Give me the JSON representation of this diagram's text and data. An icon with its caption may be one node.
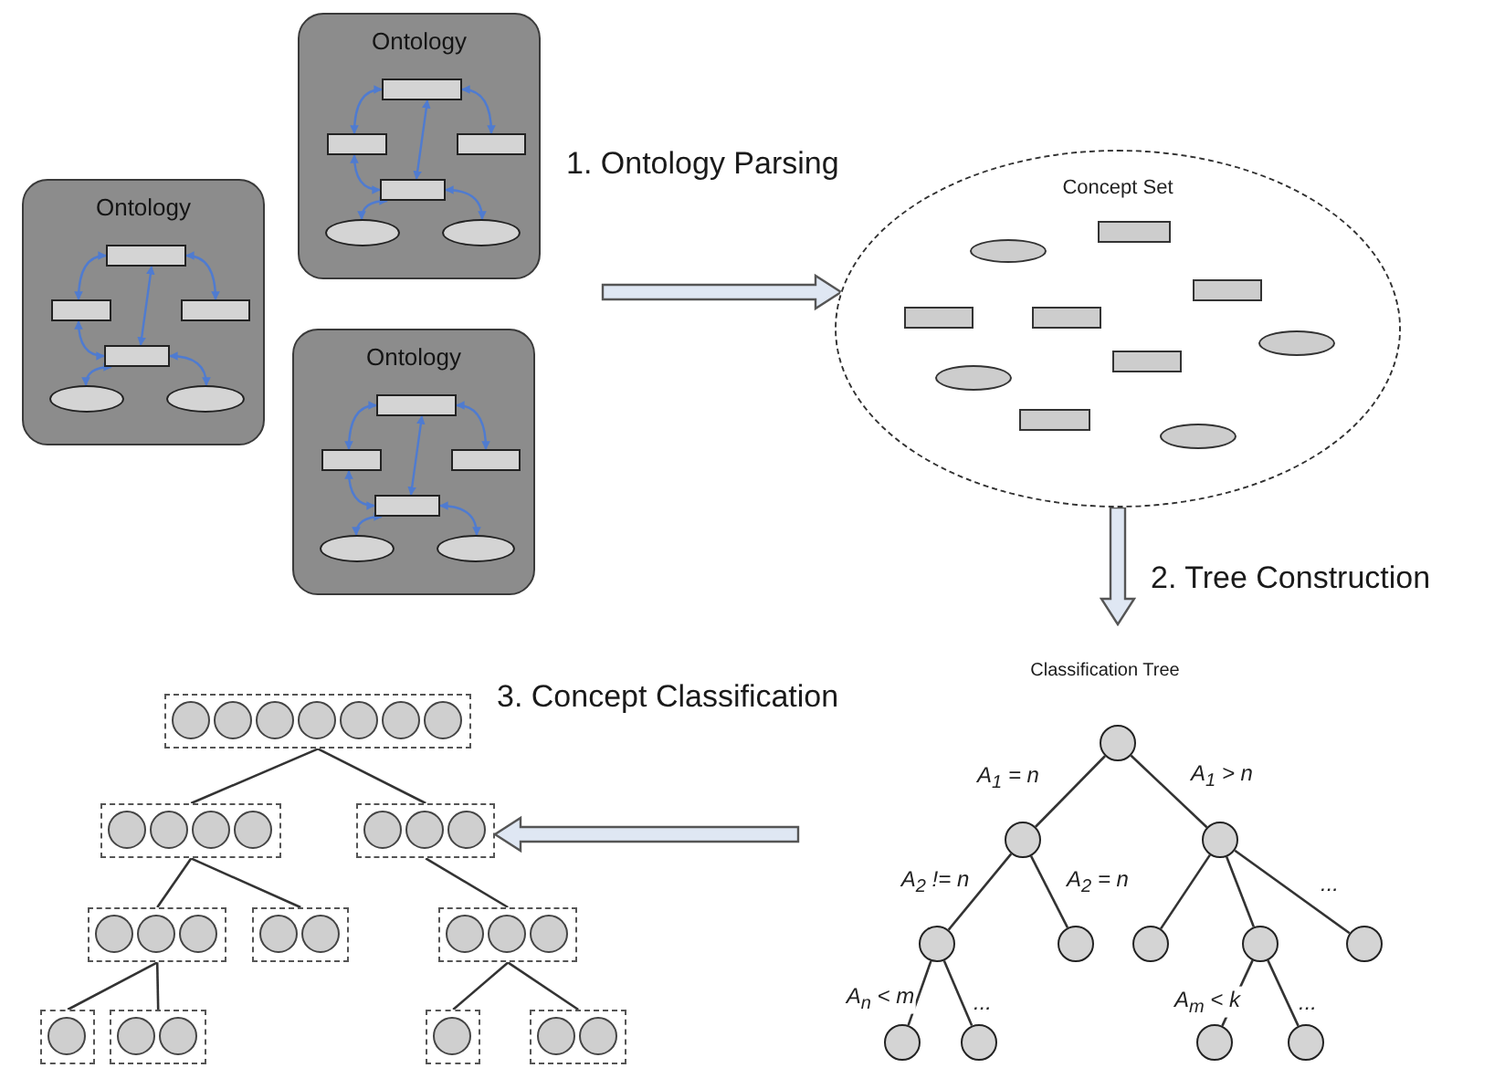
{
  "diagram": {
    "nodes": [
      {
        "text": [
          "Ontology"
        ]
      },
      {
        "text": [],
        "shape": "box",
        "in": 0
      },
      {
        "text": [],
        "shape": "box",
        "in": 0
      },
      {
        "text": [],
        "shape": "box",
        "in": 0
      },
      {
        "text": [],
        "shape": "box",
        "in": 0
      },
      {
        "text": [],
        "shape": "ellipse",
        "in": 0
      },
      {
        "text": [],
        "shape": "ellipse",
        "in": 0
      },
      {
        "text": [
          "Ontology"
        ]
      },
      {
        "text": [],
        "shape": "box",
        "in": 7
      },
      {
        "text": [],
        "shape": "box",
        "in": 7
      },
      {
        "text": [],
        "shape": "box",
        "in": 7
      },
      {
        "text": [],
        "shape": "box",
        "in": 7
      },
      {
        "text": [],
        "shape": "ellipse",
        "in": 7
      },
      {
        "text": [],
        "shape": "ellipse",
        "in": 7
      },
      {
        "text": [
          "Ontology"
        ]
      },
      {
        "text": [],
        "shape": "box",
        "in": 14
      },
      {
        "text": [],
        "shape": "box",
        "in": 14
      },
      {
        "text": [],
        "shape": "box",
        "in": 14
      },
      {
        "text": [],
        "shape": "box",
        "in": 14
      },
      {
        "text": [],
        "shape": "ellipse",
        "in": 14
      },
      {
        "text": [],
        "shape": "ellipse",
        "in": 14
      },
      {
        "text": [
          "Concept Set"
        ]
      },
      {
        "text": [],
        "shape": "box"
      },
      {
        "text": [],
        "shape": "box"
      },
      {
        "text": [],
        "shape": "box"
      },
      {
        "text": [],
        "shape": "box"
      },
      {
        "text": [],
        "shape": "box"
      },
      {
        "text": [],
        "shape": "box"
      },
      {
        "text": [],
        "shape": "box"
      },
      {
        "text": [],
        "shape": "box"
      },
      {
        "text": [],
        "shape": "box"
      },
      {
        "text": [],
        "shape": "box"
      },
      {
        "text": [],
        "shape": "circle"
      },
      {
        "text": [],
        "shape": "circle"
      },
      {
        "text": [],
        "shape": "circle"
      },
      {
        "text": [],
        "shape": "circle"
      },
      {
        "text": [],
        "shape": "circle"
      },
      {
        "text": [],
        "shape": "circle"
      },
      {
        "text": [],
        "shape": "circle"
      },
      {
        "text": [],
        "shape": "circle"
      },
      {
        "text": [],
        "shape": "circle"
      },
      {
        "text": [],
        "shape": "circle"
      },
      {
        "text": [],
        "shape": "circle"
      },
      {
        "text": [],
        "shape": "circle"
      }
    ],
    "edges": [
      {
        "from": null,
        "to": 21,
        "arrow": "to",
        "style": "thick"
      },
      {
        "from": 21,
        "to": null,
        "arrow": "to",
        "style": "thick"
      },
      {
        "from": null,
        "to": 24,
        "arrow": "to",
        "style": "thick"
      },
      {
        "from": 1,
        "to": 2,
        "arrow": "both",
        "color": "#4f7bd0"
      },
      {
        "from": 1,
        "to": 3,
        "arrow": "both",
        "color": "#4f7bd0"
      },
      {
        "from": 1,
        "to": 4,
        "arrow": "both",
        "color": "#4f7bd0"
      },
      {
        "from": 4,
        "to": 2,
        "arrow": "both",
        "color": "#4f7bd0"
      },
      {
        "from": 4,
        "to": 5,
        "arrow": "both",
        "color": "#4f7bd0"
      },
      {
        "from": 4,
        "to": 6,
        "arrow": "both",
        "color": "#4f7bd0"
      },
      {
        "from": 8,
        "to": 9,
        "arrow": "both",
        "color": "#4f7bd0"
      },
      {
        "from": 8,
        "to": 10,
        "arrow": "both",
        "color": "#4f7bd0"
      },
      {
        "from": 8,
        "to": 11,
        "arrow": "both",
        "color": "#4f7bd0"
      },
      {
        "from": 11,
        "to": 9,
        "arrow": "both",
        "color": "#4f7bd0"
      },
      {
        "from": 11,
        "to": 12,
        "arrow": "both",
        "color": "#4f7bd0"
      },
      {
        "from": 11,
        "to": 13,
        "arrow": "both",
        "color": "#4f7bd0"
      },
      {
        "from": 15,
        "to": 16,
        "arrow": "both",
        "color": "#4f7bd0"
      },
      {
        "from": 15,
        "to": 17,
        "arrow": "both",
        "color": "#4f7bd0"
      },
      {
        "from": 15,
        "to": 18,
        "arrow": "both",
        "color": "#4f7bd0"
      },
      {
        "from": 18,
        "to": 16,
        "arrow": "both",
        "color": "#4f7bd0"
      },
      {
        "from": 18,
        "to": 19,
        "arrow": "both",
        "color": "#4f7bd0"
      },
      {
        "from": 18,
        "to": 20,
        "arrow": "both",
        "color": "#4f7bd0"
      },
      {
        "from": 32,
        "to": 33,
        "arrow": "none",
        "label": "A$_{1}$ = n"
      },
      {
        "from": 32,
        "to": 34,
        "arrow": "none",
        "label": "A$_{1}$ > n"
      },
      {
        "from": 33,
        "to": 35,
        "arrow": "none",
        "label": "A$_{2}$ != n"
      },
      {
        "from": 33,
        "to": 36,
        "arrow": "none",
        "label": "A$_{2}$ = n"
      },
      {
        "from": 34,
        "to": 37,
        "arrow": "none"
      },
      {
        "from": 34,
        "to": 38,
        "arrow": "none"
      },
      {
        "from": 34,
        "to": 39,
        "arrow": "none",
        "label": "..."
      },
      {
        "from": 35,
        "to": 40,
        "arrow": "none",
        "label": "A$_{n}$ < m"
      },
      {
        "from": 35,
        "to": 41,
        "arrow": "none",
        "label": "..."
      },
      {
        "from": 38,
        "to": 42,
        "arrow": "none",
        "label": "A$_{m}$ < k"
      },
      {
        "from": 38,
        "to": 43,
        "arrow": "none",
        "label": "..."
      },
      {
        "from": 22,
        "to": 23,
        "arrow": "none"
      },
      {
        "from": 22,
        "to": 24,
        "arrow": "none"
      },
      {
        "from": 23,
        "to": 25,
        "arrow": "none"
      },
      {
        "from": 23,
        "to": 26,
        "arrow": "none"
      },
      {
        "from": 24,
        "to": 27,
        "arrow": "none"
      },
      {
        "from": 25,
        "to": 28,
        "arrow": "none"
      },
      {
        "from": 25,
        "to": 29,
        "arrow": "none"
      },
      {
        "from": 27,
        "to": 30,
        "arrow": "none"
      },
      {
        "from": 27,
        "to": 31,
        "arrow": "none"
      }
    ],
    "labels": [
      "1. Ontology Parsing",
      "2. Tree Construction",
      "Classification Tree",
      "3. Concept Classification"
    ]
  }
}
